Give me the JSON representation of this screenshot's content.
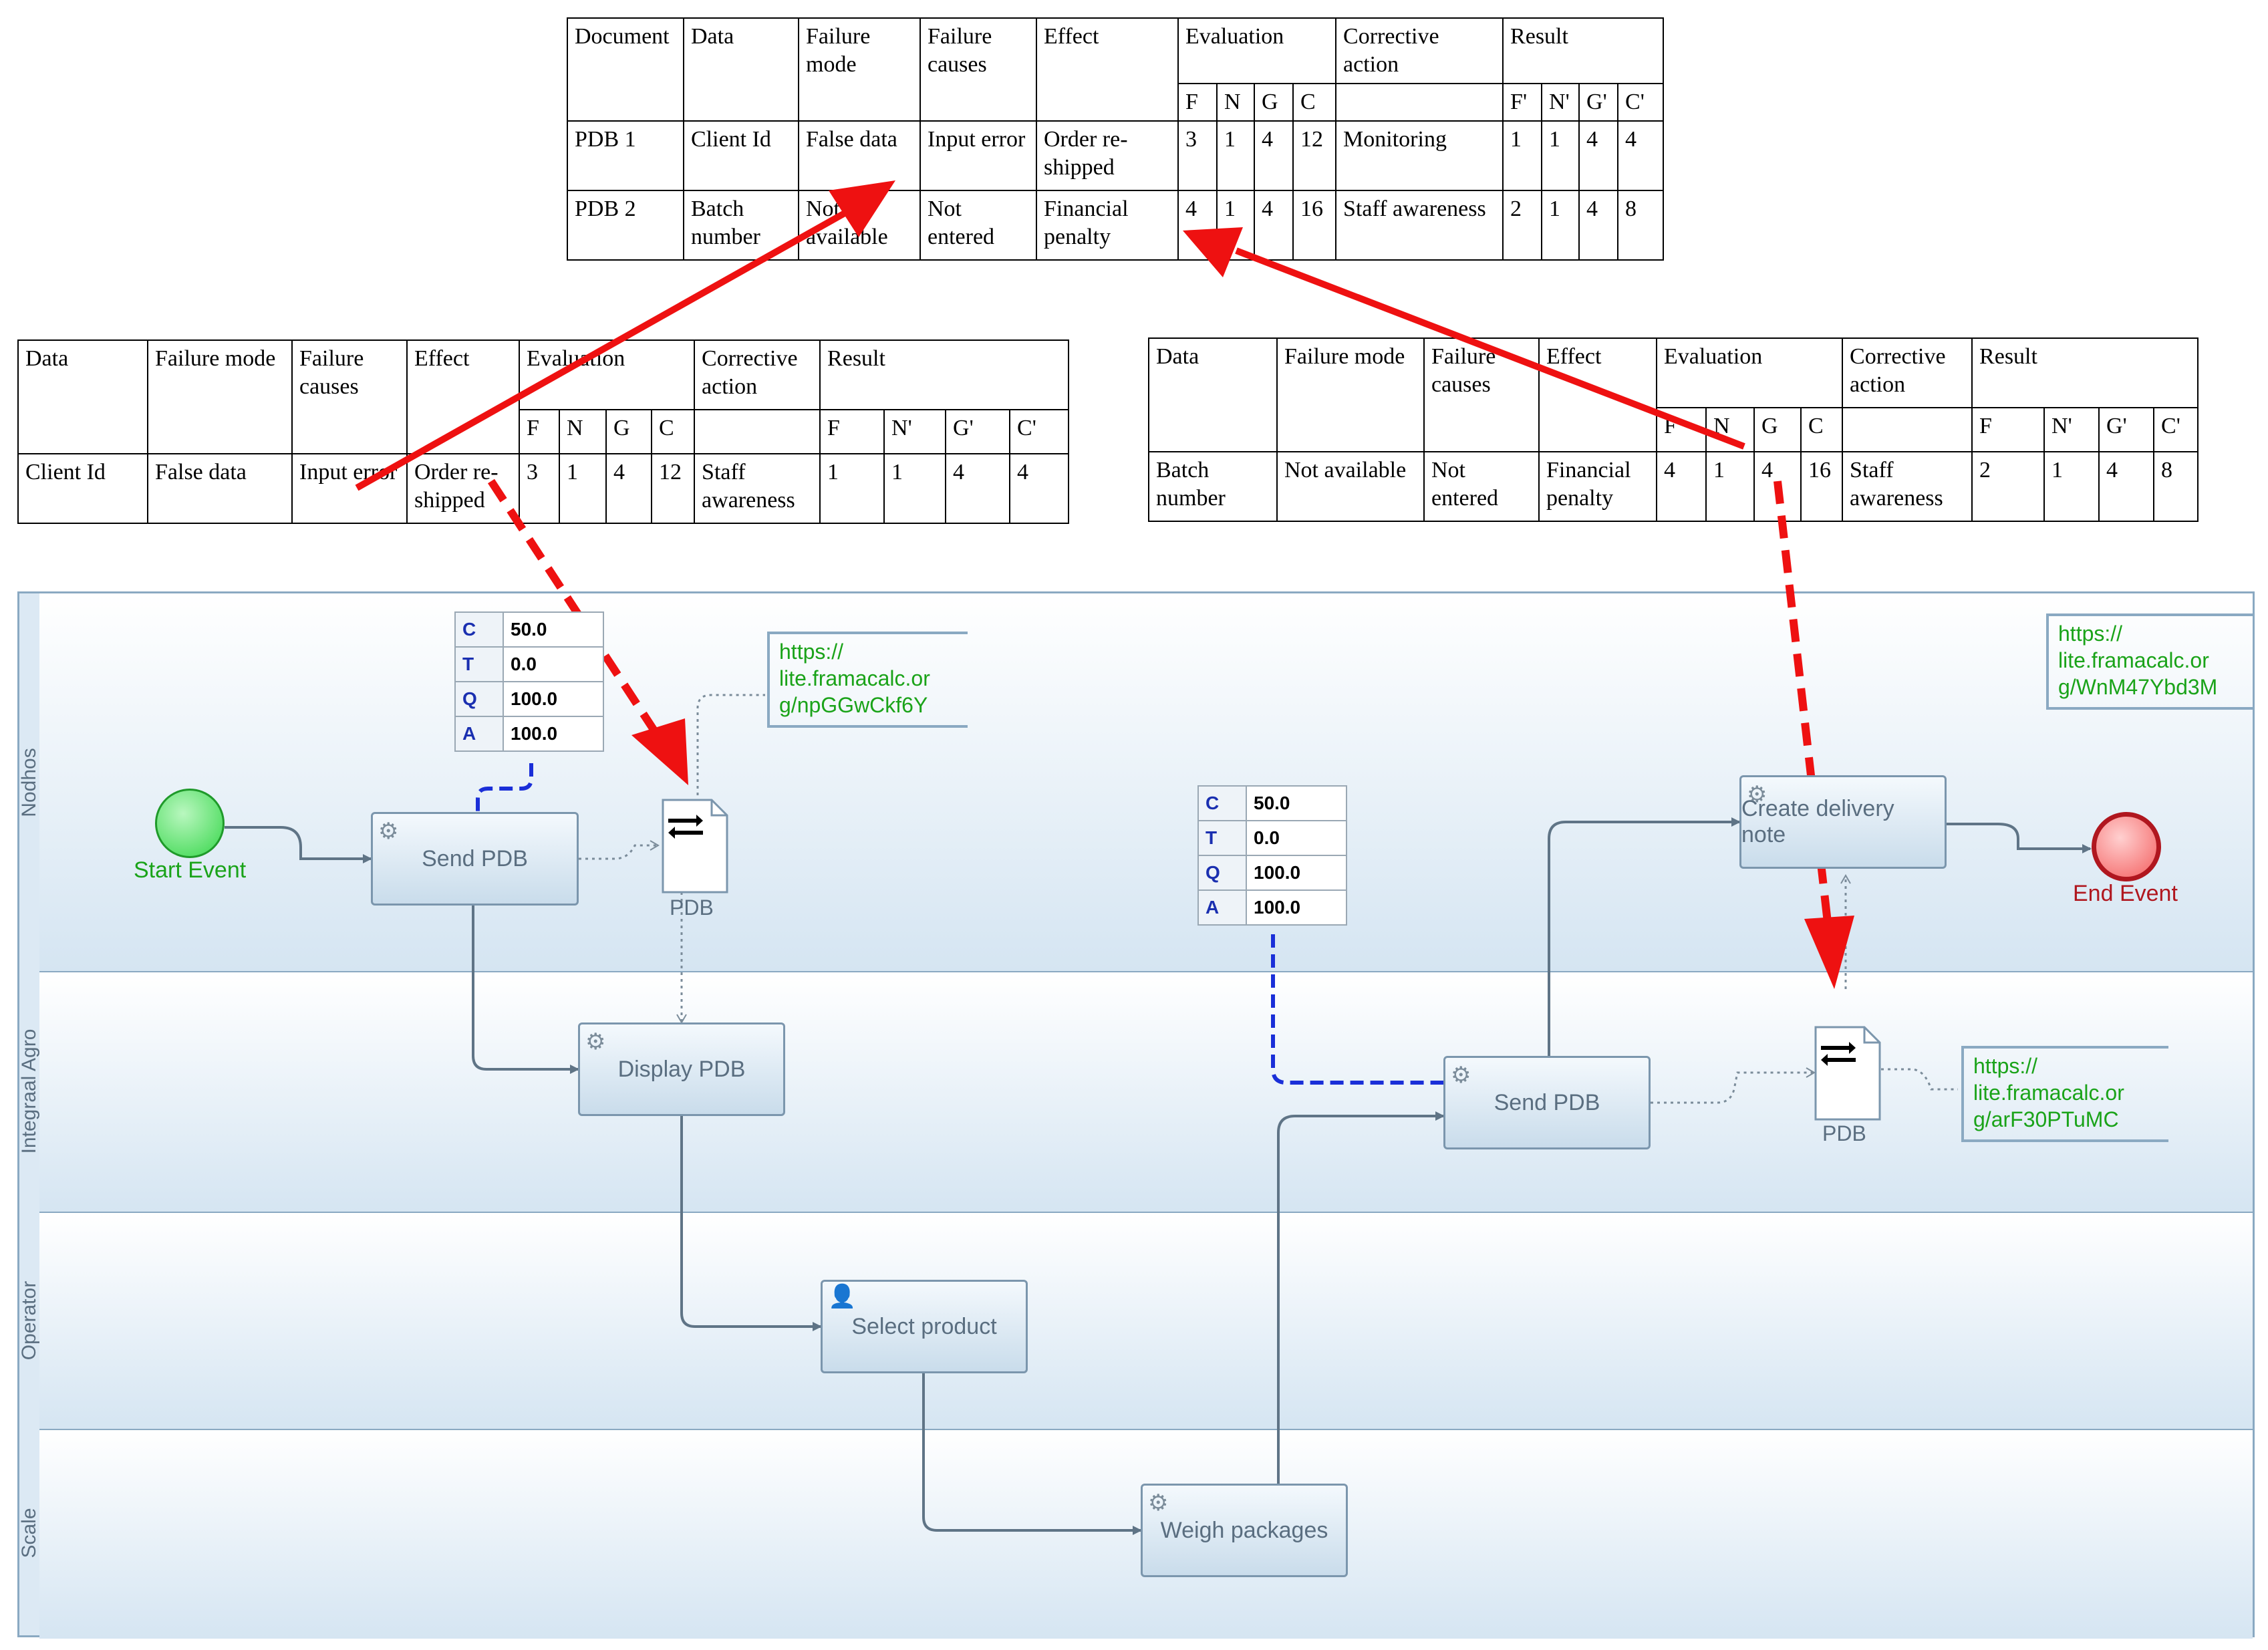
{
  "top_table": {
    "headers": [
      "Document",
      "Data",
      "Failure mode",
      "Failure causes",
      "Effect",
      "Evaluation",
      "Corrective action",
      "Result"
    ],
    "eval_sub": [
      "F",
      "N",
      "G",
      "C"
    ],
    "result_sub": [
      "F'",
      "N'",
      "G'",
      "C'"
    ],
    "rows": [
      [
        "PDB 1",
        "Client Id",
        "False data",
        "Input error",
        "Order re-shipped",
        "3",
        "1",
        "4",
        "12",
        "Monitoring",
        "1",
        "1",
        "4",
        "4"
      ],
      [
        "PDB 2",
        "Batch number",
        "Not available",
        "Not entered",
        "Financial penalty",
        "4",
        "1",
        "4",
        "16",
        "Staff awareness",
        "2",
        "1",
        "4",
        "8"
      ]
    ]
  },
  "left_table": {
    "headers": [
      "Data",
      "Failure mode",
      "Failure causes",
      "Effect",
      "Evaluation",
      "Corrective action",
      "Result"
    ],
    "eval_sub": [
      "F",
      "N",
      "G",
      "C"
    ],
    "result_sub": [
      "F",
      "N'",
      "G'",
      "C'"
    ],
    "row": [
      "Client Id",
      "False data",
      "Input error",
      "Order re-shipped",
      "3",
      "1",
      "4",
      "12",
      "Staff awareness",
      "1",
      "1",
      "4",
      "4"
    ]
  },
  "right_table": {
    "headers": [
      "Data",
      "Failure mode",
      "Failure causes",
      "Effect",
      "Evaluation",
      "Corrective action",
      "Result"
    ],
    "eval_sub": [
      "F",
      "N",
      "G",
      "C"
    ],
    "result_sub": [
      "F",
      "N'",
      "G'",
      "C'"
    ],
    "row": [
      "Batch number",
      "Not available",
      "Not entered",
      "Financial penalty",
      "4",
      "1",
      "4",
      "16",
      "Staff awareness",
      "2",
      "1",
      "4",
      "8"
    ]
  },
  "lanes": [
    "Nodhos",
    "Integraal Agro",
    "Operator",
    "Scale"
  ],
  "events": {
    "start": "Start Event",
    "end": "End Event"
  },
  "tasks": {
    "send_pdb_1": "Send PDB",
    "display_pdb": "Display PDB",
    "select_product": "Select product",
    "weigh_packages": "Weigh packages",
    "send_pdb_2": "Send PDB",
    "create_delivery_note": "Create delivery note"
  },
  "data_objects": {
    "pdb_1": "PDB",
    "pdb_2": "PDB"
  },
  "kpi_1": [
    [
      "C",
      "50.0"
    ],
    [
      "T",
      "0.0"
    ],
    [
      "Q",
      "100.0"
    ],
    [
      "A",
      "100.0"
    ]
  ],
  "kpi_2": [
    [
      "C",
      "50.0"
    ],
    [
      "T",
      "0.0"
    ],
    [
      "Q",
      "100.0"
    ],
    [
      "A",
      "100.0"
    ]
  ],
  "annotations": {
    "a1": [
      "https://",
      "lite.framacalc.or",
      "g/npGGwCkf6Y"
    ],
    "a2": [
      "https://",
      "lite.framacalc.or",
      "g/WnM47Ybd3M"
    ],
    "a3": [
      "https://",
      "lite.framacalc.or",
      "g/arF30PTuMC"
    ]
  },
  "colors": {
    "arrow": "#ee1111",
    "flow": "#5f7486",
    "kpi_link": "#1a2fd8",
    "annotation_text": "#1aa319",
    "start_fill": "#36d64a",
    "end_fill": "#f46060",
    "lane_border": "#8aa9c2"
  }
}
